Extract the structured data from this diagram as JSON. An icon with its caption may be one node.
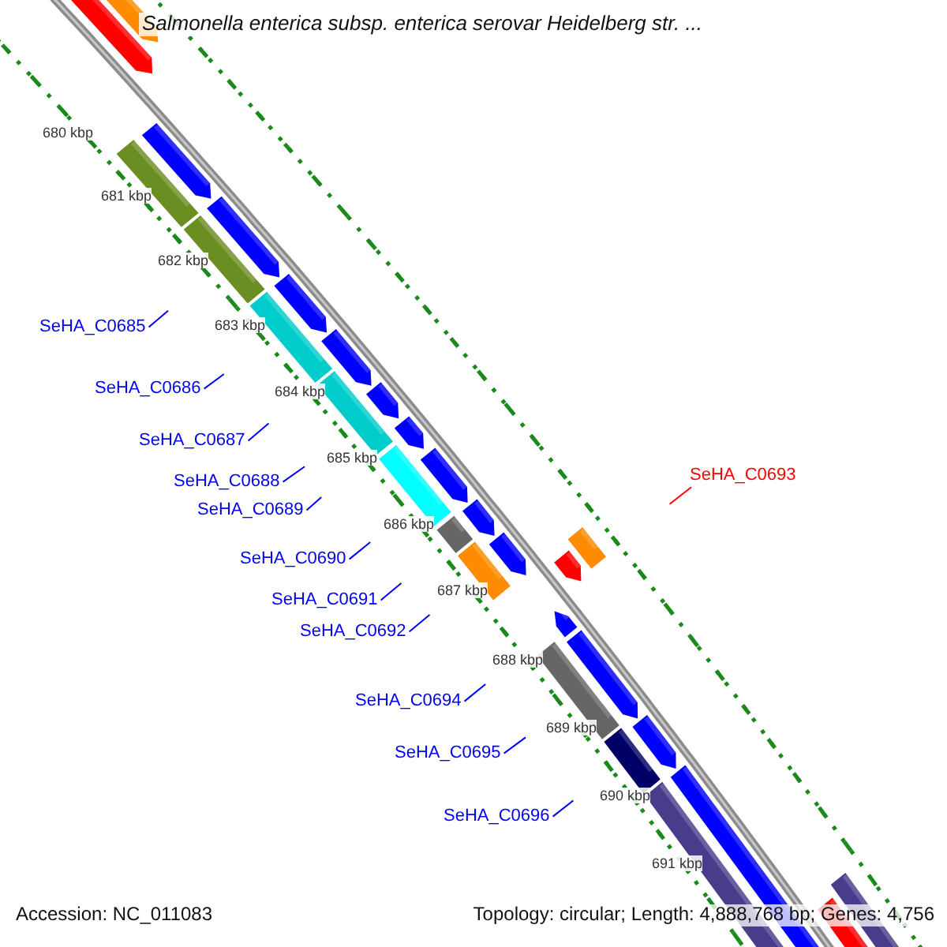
{
  "diagram": {
    "title": "Salmonella enterica subsp. enterica serovar Heidelberg str. ...",
    "nodes": [
      {
        "text": [
          "SeHA_C0685"
        ]
      },
      {
        "text": [
          "SeHA_C0686"
        ]
      },
      {
        "text": [
          "SeHA_C0687"
        ]
      },
      {
        "text": [
          "SeHA_C0688"
        ]
      },
      {
        "text": [
          "SeHA_C0689"
        ]
      },
      {
        "text": [
          "SeHA_C0690"
        ]
      },
      {
        "text": [
          "SeHA_C0691"
        ]
      },
      {
        "text": [
          "SeHA_C0692"
        ]
      },
      {
        "text": [
          "SeHA_C0693"
        ]
      },
      {
        "text": [
          "SeHA_C0694"
        ]
      },
      {
        "text": [
          "SeHA_C0695"
        ]
      },
      {
        "text": [
          "SeHA_C0696"
        ]
      }
    ],
    "edges": [
      {
        "from": 0,
        "to": null,
        "arrow": "none"
      },
      {
        "from": 1,
        "to": null,
        "arrow": "none"
      },
      {
        "from": 2,
        "to": null,
        "arrow": "none"
      },
      {
        "from": 3,
        "to": null,
        "arrow": "none"
      },
      {
        "from": 4,
        "to": null,
        "arrow": "none"
      },
      {
        "from": 5,
        "to": null,
        "arrow": "none"
      },
      {
        "from": 6,
        "to": null,
        "arrow": "none"
      },
      {
        "from": 7,
        "to": null,
        "arrow": "none"
      },
      {
        "from": 8,
        "to": null,
        "arrow": "none",
        "color": "#ff0000"
      },
      {
        "from": 9,
        "to": null,
        "arrow": "none"
      },
      {
        "from": 10,
        "to": null,
        "arrow": "none"
      },
      {
        "from": 11,
        "to": null,
        "arrow": "none"
      }
    ],
    "labels": [
      "680 kbp",
      "681 kbp",
      "682 kbp",
      "683 kbp",
      "684 kbp",
      "685 kbp",
      "686 kbp",
      "687 kbp",
      "688 kbp",
      "689 kbp",
      "690 kbp",
      "691 kbp",
      "Accession: NC_011083",
      "Topology: circular; Length: 4,888,768 bp; Genes: 4,756"
    ]
  }
}
